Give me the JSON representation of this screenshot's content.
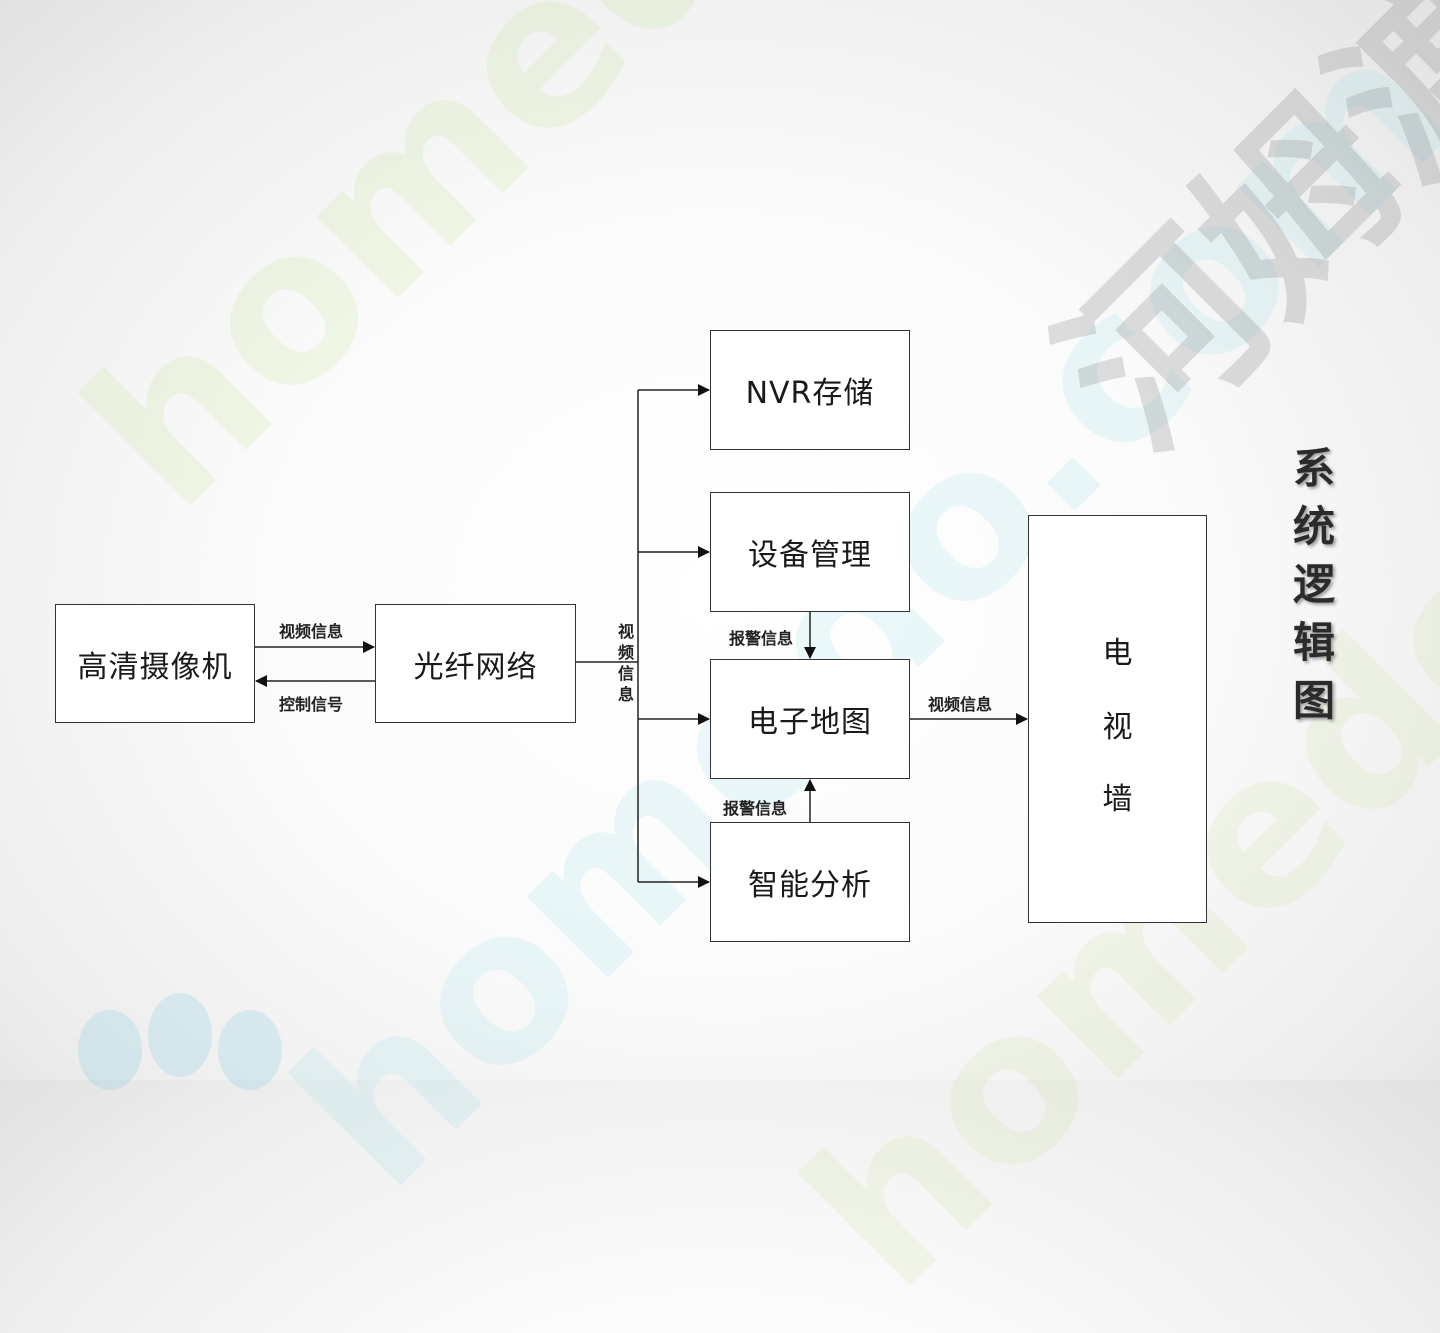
{
  "watermark": {
    "site": "homedo.com",
    "brand_cn": "河姆渡"
  },
  "title": "系统逻辑图",
  "nodes": {
    "camera": "高清摄像机",
    "fiber": "光纤网络",
    "nvr": "NVR存储",
    "device_mgmt": "设备管理",
    "emap": "电子地图",
    "analysis": "智能分析",
    "tvwall": [
      "电",
      "视",
      "墙"
    ]
  },
  "edges": {
    "camera_to_fiber": "视频信息",
    "fiber_to_camera": "控制信号",
    "fiber_out": "视频信息",
    "device_to_emap": "报警信息",
    "analysis_to_emap": "报警信息",
    "emap_to_tv": "视频信息"
  }
}
